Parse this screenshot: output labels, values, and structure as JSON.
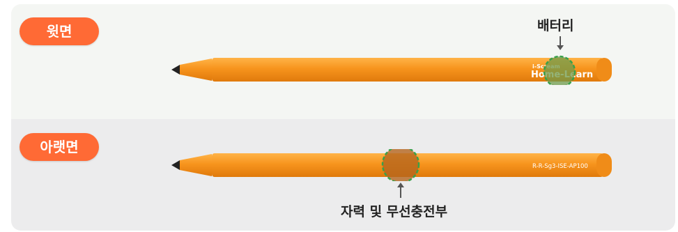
{
  "top": {
    "badge": "윗면",
    "callout": "배터리",
    "pen_brand_small": "i-Scream",
    "pen_brand_large": "Home-Learn"
  },
  "bottom": {
    "badge": "아랫면",
    "callout": "자력 및 무선충전부",
    "pen_model": "R-R-Sg3-ISE-AP100"
  },
  "colors": {
    "badge_bg": "#ff6a35",
    "pen_body": "#f7941d",
    "highlight_border": "#3aa04a",
    "highlight_fill": "#6f9a4a",
    "highlight_fill_bottom": "#b5651d"
  }
}
